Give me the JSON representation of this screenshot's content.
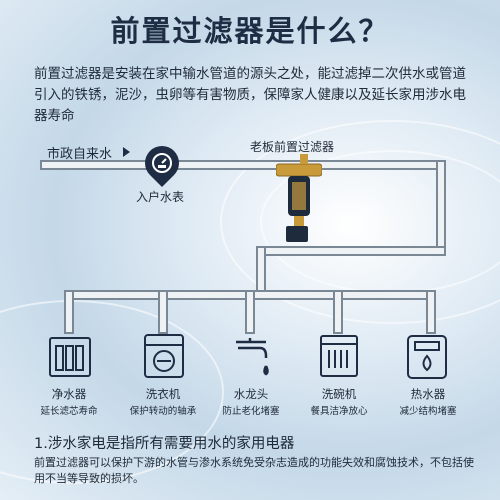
{
  "title": "前置过滤器是什么？",
  "intro": "前置过滤器是安装在家中输水管道的源头之处，能过滤掉二次供水或管道引入的铁锈，泥沙，虫卵等有害物质，保障家人健康以及延长家用涉水电器寿命",
  "diagram": {
    "source_label": "市政自来水",
    "meter_label": "入户水表",
    "filter_label": "老板前置过滤器",
    "appliances": [
      {
        "name": "净水器",
        "desc": "延长滤芯寿命",
        "icon": "water-purifier-icon"
      },
      {
        "name": "洗衣机",
        "desc": "保护转动的轴承",
        "icon": "washing-machine-icon"
      },
      {
        "name": "水龙头",
        "desc": "防止老化堵塞",
        "icon": "faucet-icon"
      },
      {
        "name": "洗碗机",
        "desc": "餐具洁净放心",
        "icon": "dishwasher-icon"
      },
      {
        "name": "热水器",
        "desc": "减少结构堵塞",
        "icon": "water-heater-icon"
      }
    ]
  },
  "note": {
    "title": "1.涉水家电是指所有需要用水的家用电器",
    "body": "前置过滤器可以保护下游的水管与渗水系统免受杂志造成的功能失效和腐蚀技术，不包括使用不当等导致的损坏。"
  },
  "colors": {
    "title": "#1e2d44",
    "pipe_border": "#7a8794",
    "pipe_fill": "#eef2f5",
    "icon": "#1e2d44",
    "filter_brass": "#c99a3a"
  }
}
